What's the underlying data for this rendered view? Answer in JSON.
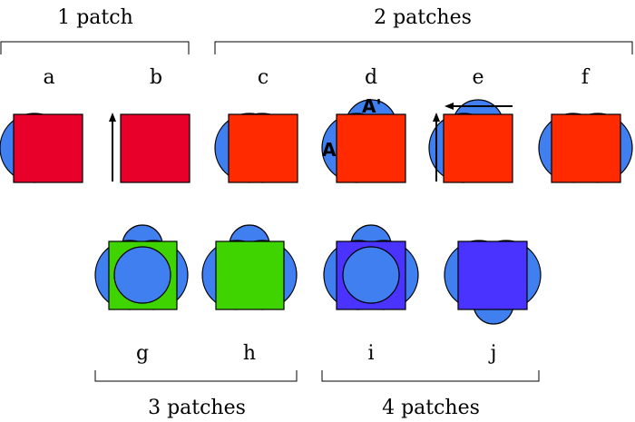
{
  "groups": {
    "one": "1 patch",
    "two": "2 patches",
    "three": "3 patches",
    "four": "4 patches"
  },
  "labels": {
    "a": "a",
    "b": "b",
    "c": "c",
    "d": "d",
    "e": "e",
    "f": "f",
    "g": "g",
    "h": "h",
    "i": "i",
    "j": "j"
  },
  "annotations": {
    "A": "A",
    "A_prime": "A'"
  },
  "colors": {
    "crimson": "#E8002B",
    "orange_red": "#FF2A00",
    "green": "#3FD400",
    "violet": "#4A33FF",
    "disk_blue": "#3F7FF0",
    "stroke": "#000000"
  }
}
